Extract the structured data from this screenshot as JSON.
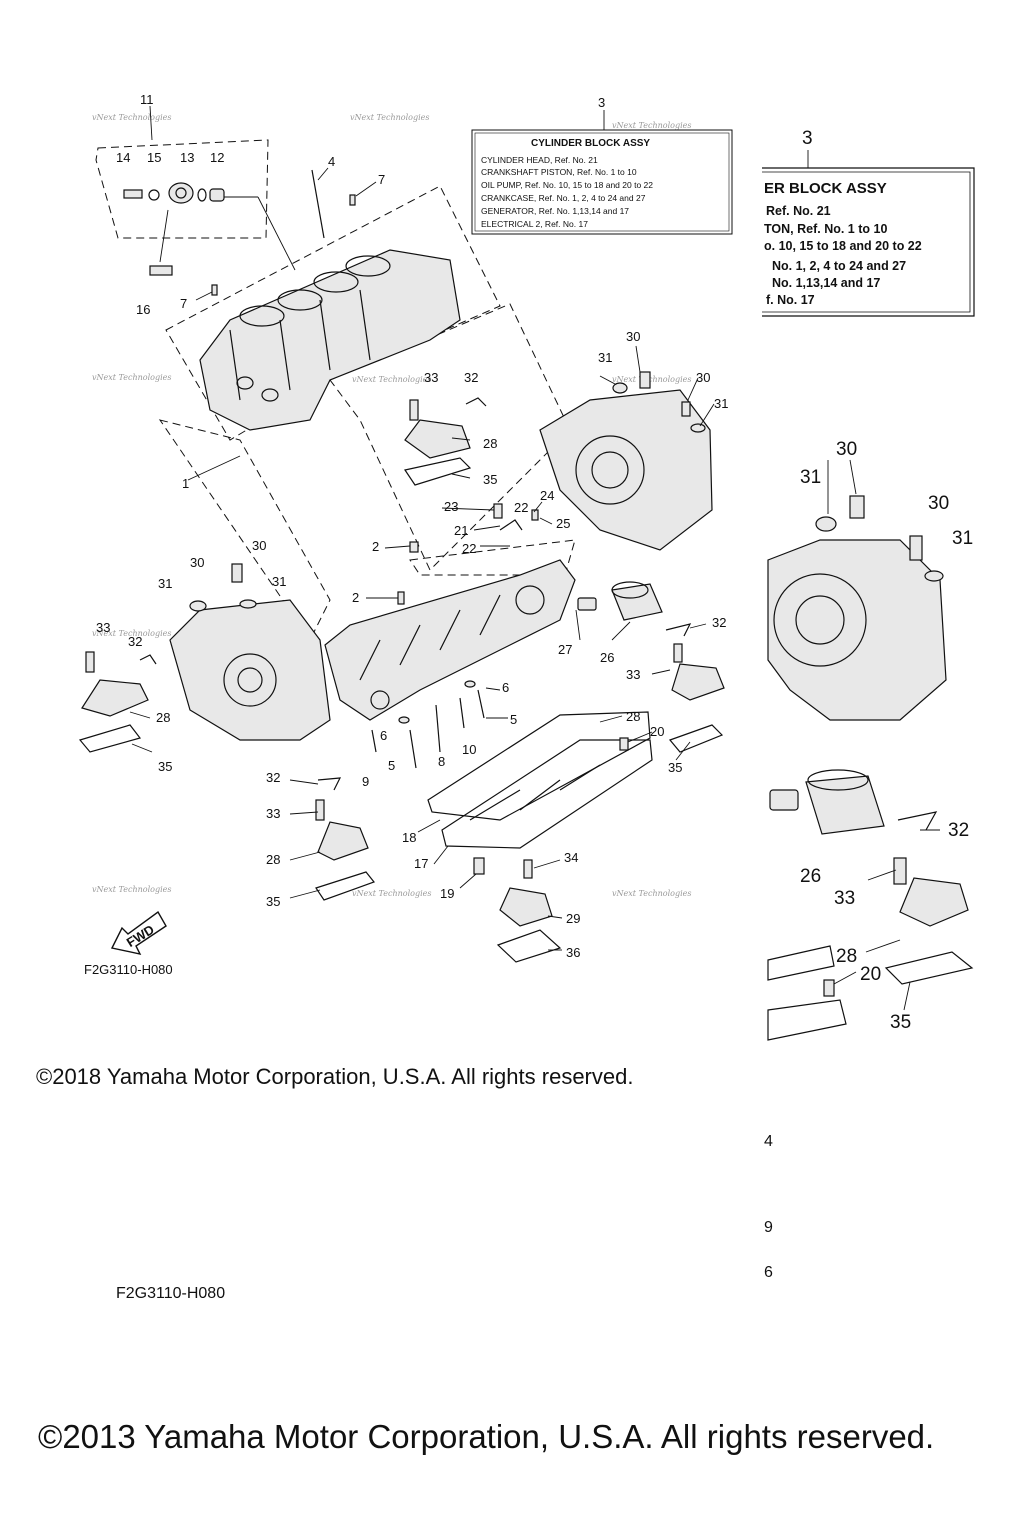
{
  "legend_small": {
    "title": "CYLINDER BLOCK ASSY",
    "lines": [
      "CYLINDER HEAD, Ref. No. 21",
      "CRANKSHAFT PISTON, Ref. No. 1 to 10",
      "OIL PUMP, Ref. No. 10, 15 to 18 and 20 to 22",
      "CRANKCASE, Ref. No. 1, 2, 4 to 24 and 27",
      "GENERATOR, Ref. No. 1,13,14 and 17",
      "ELECTRICAL 2, Ref. No. 17"
    ]
  },
  "legend_big": {
    "title": "ER BLOCK ASSY",
    "lines": [
      "Ref. No. 21",
      "TON, Ref. No. 1 to 10",
      "o. 10, 15 to 18 and 20 to 22",
      "No. 1, 2, 4 to 24 and 27",
      "No. 1,13,14 and 17",
      "f. No. 17"
    ]
  },
  "callouts": {
    "c1": "1",
    "c2a": "2",
    "c2b": "2",
    "c3": "3",
    "c4": "4",
    "c5a": "5",
    "c5b": "5",
    "c6a": "6",
    "c6b": "6",
    "c7a": "7",
    "c7b": "7",
    "c8": "8",
    "c9": "9",
    "c10": "10",
    "c11": "11",
    "c12": "12",
    "c13": "13",
    "c14": "14",
    "c15": "15",
    "c16": "16",
    "c17": "17",
    "c18": "18",
    "c19": "19",
    "c20": "20",
    "c21": "21",
    "c22a": "22",
    "c22b": "22",
    "c23": "23",
    "c24": "24",
    "c25": "25",
    "c26": "26",
    "c27": "27",
    "c28a": "28",
    "c28b": "28",
    "c28c": "28",
    "c28d": "28",
    "c29": "29",
    "c30a": "30",
    "c30b": "30",
    "c30c": "30",
    "c30d": "30",
    "c31a": "31",
    "c31b": "31",
    "c31c": "31",
    "c31d": "31",
    "c32a": "32",
    "c32b": "32",
    "c32c": "32",
    "c32d": "32",
    "c33a": "33",
    "c33b": "33",
    "c33c": "33",
    "c33d": "33",
    "c34": "34",
    "c35a": "35",
    "c35b": "35",
    "c35c": "35",
    "c35d": "35",
    "c36": "36"
  },
  "zoom_callouts": {
    "z3": "3",
    "z30a": "30",
    "z30b": "30",
    "z31a": "31",
    "z31b": "31",
    "z32": "32",
    "z26": "26",
    "z33": "33",
    "z28": "28",
    "z20": "20",
    "z35": "35",
    "z4": "4",
    "z9": "9",
    "z6": "6"
  },
  "fwd_label": "FWD",
  "diagram_code_small": "F2G3110-H080",
  "diagram_code_big": "F2G3110-H080",
  "watermark_text": "vNext Technologies",
  "copyright_small": "©2018 Yamaha Motor Corporation, U.S.A. All rights reserved.",
  "copyright_big": "©2013 Yamaha Motor Corporation, U.S.A. All rights reserved."
}
